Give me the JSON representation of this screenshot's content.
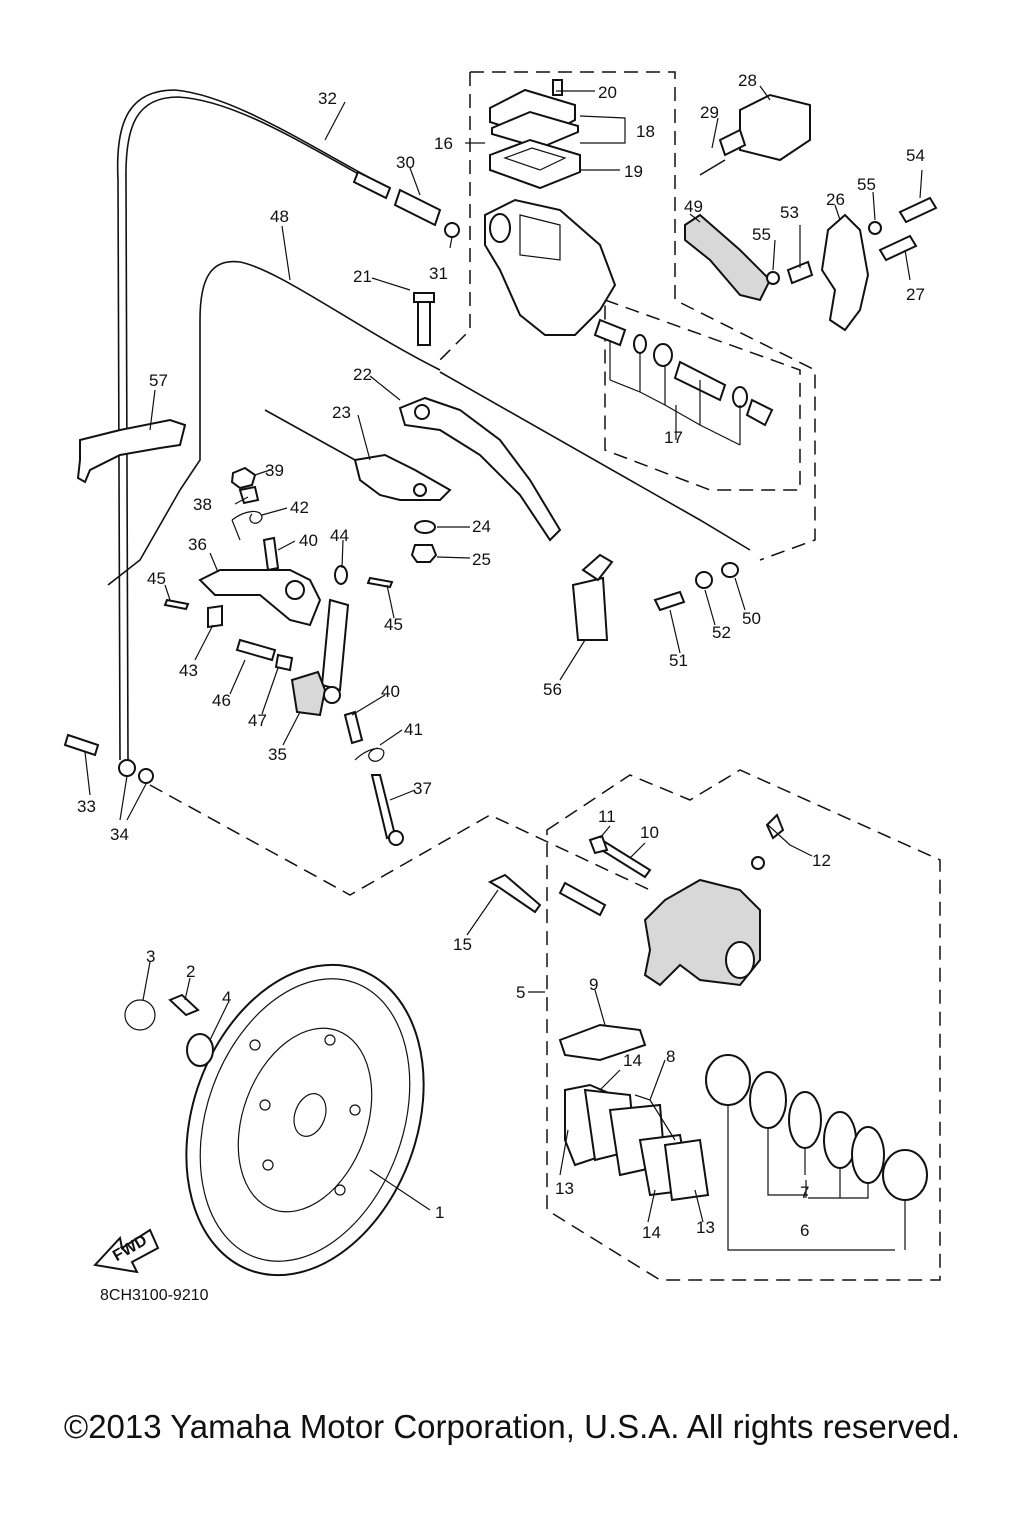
{
  "labels": {
    "l1": "1",
    "l2": "2",
    "l3": "3",
    "l4": "4",
    "l5": "5",
    "l6": "6",
    "l7": "7",
    "l8": "8",
    "l9": "9",
    "l10": "10",
    "l11": "11",
    "l12": "12",
    "l13a": "13",
    "l13b": "13",
    "l14a": "14",
    "l14b": "14",
    "l15": "15",
    "l16": "16",
    "l17": "17",
    "l18": "18",
    "l19": "19",
    "l20": "20",
    "l21": "21",
    "l22": "22",
    "l23": "23",
    "l24": "24",
    "l25": "25",
    "l26": "26",
    "l27": "27",
    "l28": "28",
    "l29": "29",
    "l30": "30",
    "l31": "31",
    "l32": "32",
    "l33": "33",
    "l34": "34",
    "l35": "35",
    "l36": "36",
    "l37": "37",
    "l38": "38",
    "l39": "39",
    "l40a": "40",
    "l40b": "40",
    "l41": "41",
    "l42": "42",
    "l43": "43",
    "l44": "44",
    "l45a": "45",
    "l45b": "45",
    "l46": "46",
    "l47": "47",
    "l48": "48",
    "l49": "49",
    "l50": "50",
    "l51": "51",
    "l52": "52",
    "l53": "53",
    "l54": "54",
    "l55a": "55",
    "l55b": "55",
    "l56": "56",
    "l57": "57"
  },
  "fwd": "FWD",
  "diagram_code": "8CH3100-9210",
  "copyright": "©2013 Yamaha Motor Corporation, U.S.A. All rights reserved."
}
